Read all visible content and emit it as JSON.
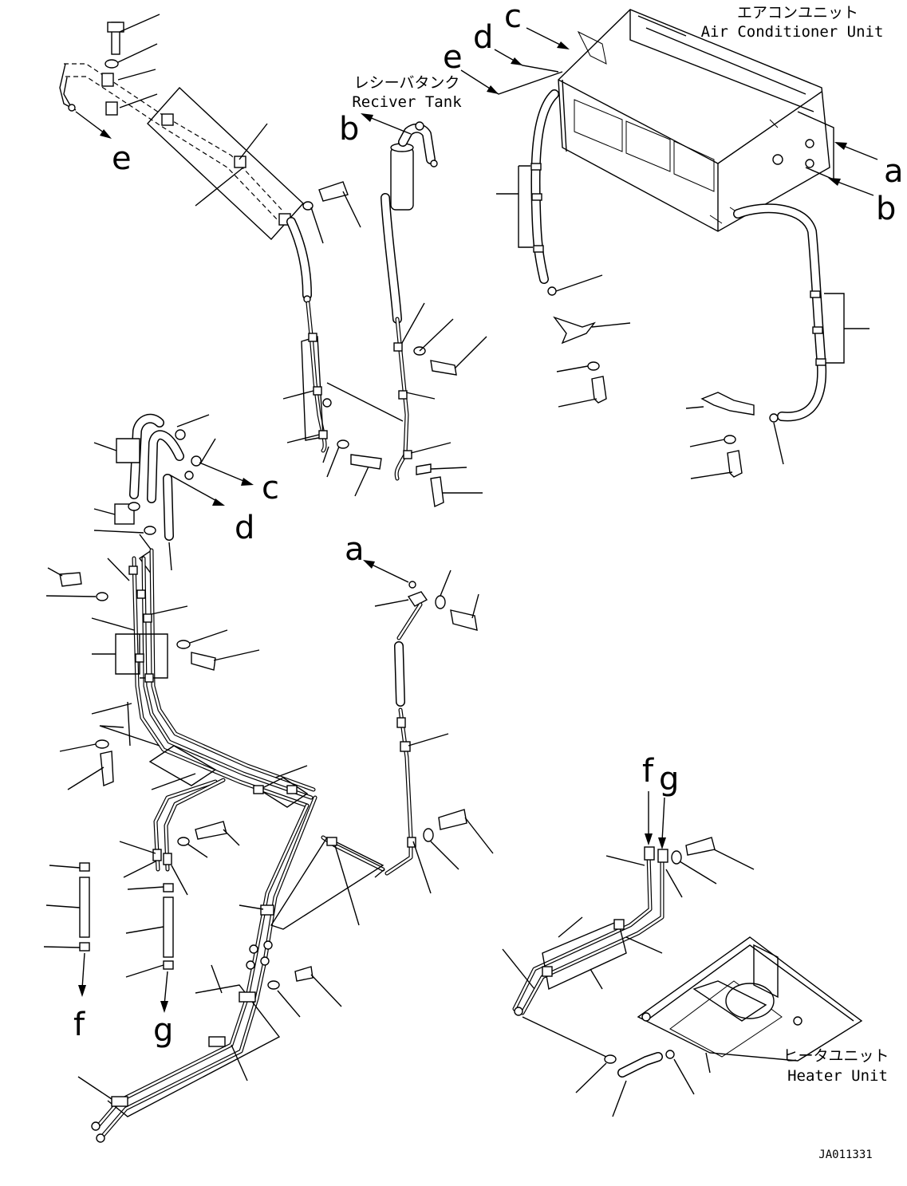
{
  "title": {
    "units": [
      {
        "ja": "エアコンユニット",
        "en": "Air Conditioner Unit"
      },
      {
        "ja": "レシーバタンク",
        "en": "Reciver Tank"
      },
      {
        "ja": "ヒータユニット",
        "en": "Heater Unit"
      }
    ]
  },
  "connection_letters": {
    "a": "a",
    "b": "b",
    "c": "c",
    "d": "d",
    "e": "e",
    "f": "f",
    "g": "g"
  },
  "drawing_number": "JA011331",
  "colors": {
    "line": "#000000",
    "background": "#ffffff"
  }
}
